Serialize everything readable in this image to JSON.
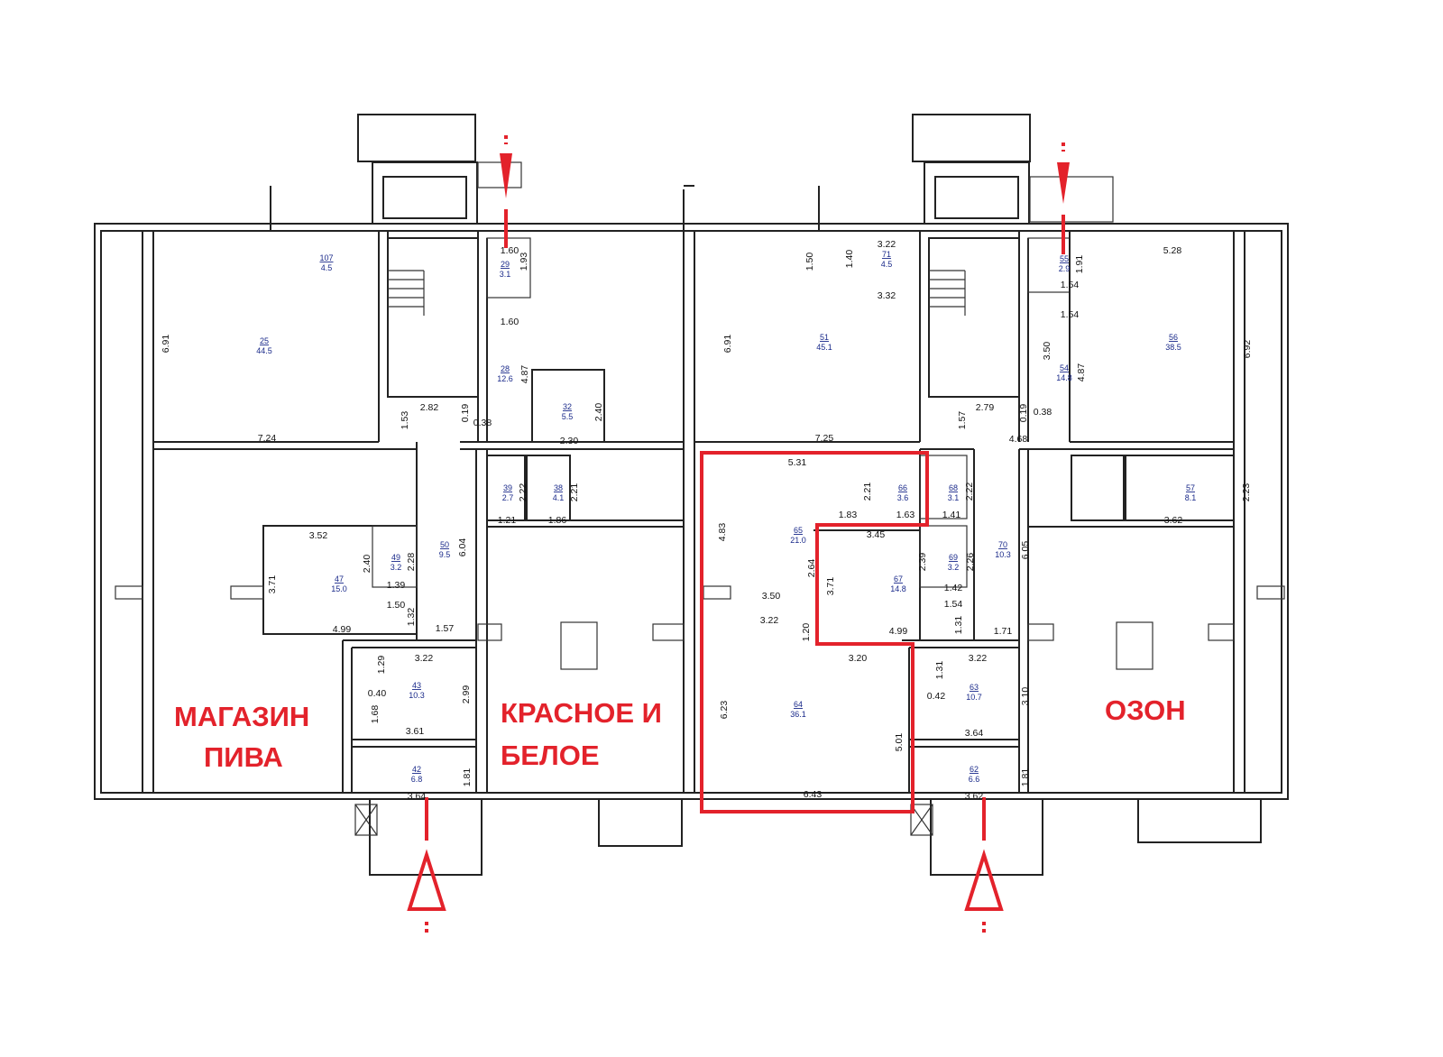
{
  "tenant_labels": {
    "beer_shop": [
      "МАГАЗИН",
      "ПИВА"
    ],
    "krasnoe_beloe": [
      "КРАСНОЕ И",
      "БЕЛОЕ"
    ],
    "ozon": [
      "ОЗОН"
    ]
  },
  "rooms": [
    {
      "no": "107",
      "area": "4.5"
    },
    {
      "no": "25",
      "area": "44.5"
    },
    {
      "no": "29",
      "area": "3.1"
    },
    {
      "no": "28",
      "area": "12.6"
    },
    {
      "no": "32",
      "area": "5.5"
    },
    {
      "no": "39",
      "area": "2.7"
    },
    {
      "no": "38",
      "area": "4.1"
    },
    {
      "no": "47",
      "area": "15.0"
    },
    {
      "no": "49",
      "area": "3.2"
    },
    {
      "no": "50",
      "area": "9.5"
    },
    {
      "no": "43",
      "area": "10.3"
    },
    {
      "no": "42",
      "area": "6.8"
    },
    {
      "no": "71",
      "area": "4.5"
    },
    {
      "no": "51",
      "area": "45.1"
    },
    {
      "no": "55",
      "area": "2.9"
    },
    {
      "no": "54",
      "area": "14.8"
    },
    {
      "no": "56",
      "area": "38.5"
    },
    {
      "no": "65",
      "area": "21.0"
    },
    {
      "no": "66",
      "area": "3.6"
    },
    {
      "no": "68",
      "area": "3.1"
    },
    {
      "no": "57",
      "area": "8.1"
    },
    {
      "no": "70",
      "area": "10.3"
    },
    {
      "no": "69",
      "area": "3.2"
    },
    {
      "no": "67",
      "area": "14.8"
    },
    {
      "no": "64",
      "area": "36.1"
    },
    {
      "no": "63",
      "area": "10.7"
    },
    {
      "no": "62",
      "area": "6.6"
    }
  ],
  "dimensions": [
    "6.91",
    "7.24",
    "1.53",
    "2.82",
    "0.19",
    "0.38",
    "1.60",
    "1.93",
    "1.60",
    "4.87",
    "2.40",
    "2.30",
    "2.22",
    "2.21",
    "1.21",
    "1.86",
    "3.52",
    "2.40",
    "3.71",
    "2.28",
    "1.39",
    "1.50",
    "6.04",
    "1.32",
    "4.99",
    "1.57",
    "1.29",
    "3.22",
    "0.40",
    "2.99",
    "1.68",
    "3.61",
    "1.81",
    "3.64",
    "1.50",
    "1.40",
    "3.22",
    "3.32",
    "6.91",
    "7.25",
    "1.57",
    "2.79",
    "0.19",
    "0.38",
    "4.68",
    "1.91",
    "1.54",
    "1.54",
    "3.50",
    "4.87",
    "5.28",
    "6.92",
    "5.31",
    "2.21",
    "2.22",
    "1.83",
    "1.63",
    "1.41",
    "4.83",
    "3.45",
    "2.64",
    "3.71",
    "2.39",
    "2.26",
    "6.05",
    "1.42",
    "3.50",
    "3.22",
    "1.54",
    "1.31",
    "1.20",
    "4.99",
    "1.71",
    "3.20",
    "1.31",
    "3.22",
    "0.42",
    "3.10",
    "6.23",
    "5.01",
    "3.64",
    "6.43",
    "1.81",
    "3.62",
    "2.23",
    "3.62"
  ],
  "colors": {
    "highlight": "#e3222b",
    "walls": "#222222",
    "room_text": "#1a2a8a"
  }
}
